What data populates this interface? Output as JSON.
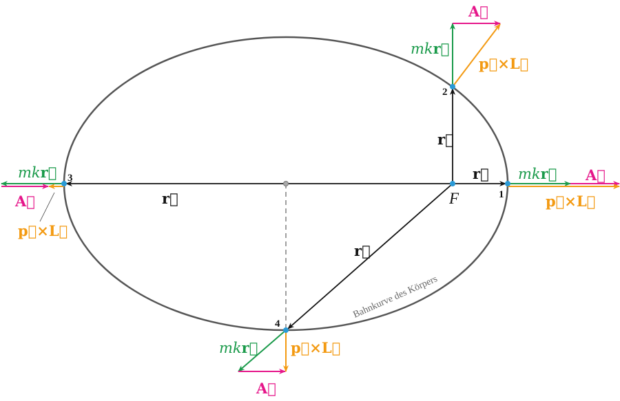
{
  "colors": {
    "orbit": "#555555",
    "r": "#111111",
    "mkr": "#1a9a4a",
    "A": "#e5168a",
    "pxL": "#f39a12",
    "point": "#2a9ad6"
  },
  "labels": {
    "r": "r⃗",
    "mk": "mk",
    "mkr_r": "r⃗",
    "A": "A⃗",
    "pxL": "p⃗×L⃗",
    "F": "F",
    "orbit": "Bahnkurve des Körpers"
  },
  "points": [
    "1",
    "2",
    "3",
    "4"
  ]
}
